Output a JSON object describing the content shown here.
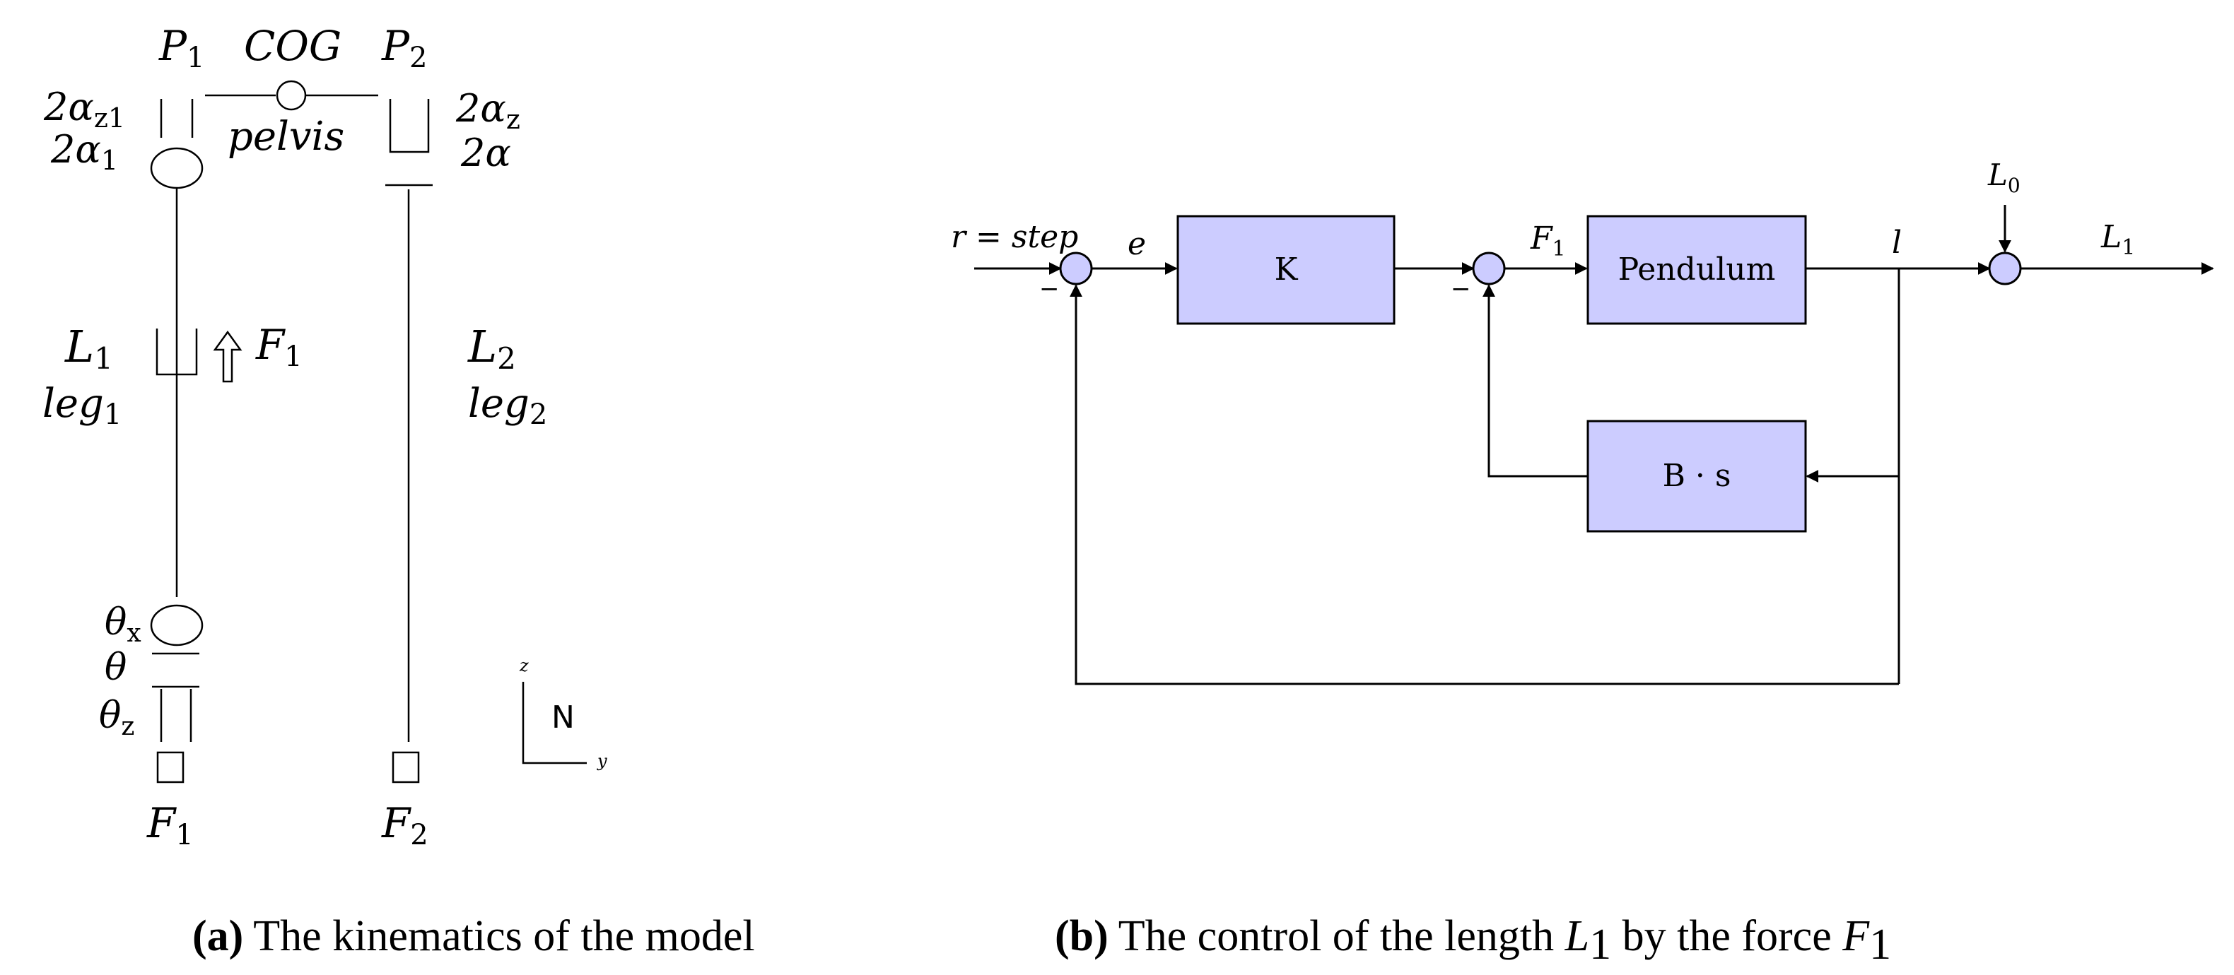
{
  "kinematics": {
    "joint_p1": {
      "base": "P",
      "sub": "1"
    },
    "cog": "COG",
    "joint_p2": {
      "base": "P",
      "sub": "2"
    },
    "alpha_z1": {
      "base": "2α",
      "sub": "z1"
    },
    "alpha_1": {
      "base": "2α",
      "sub": "1"
    },
    "pelvis": "pelvis",
    "alpha_z": {
      "base": "2α",
      "sub": "z"
    },
    "alpha": "2α",
    "length_1": {
      "base": "L",
      "sub": "1"
    },
    "leg_1": {
      "base": "leg",
      "sub": "1"
    },
    "force_arrow": {
      "base": "F",
      "sub": "1"
    },
    "length_2": {
      "base": "L",
      "sub": "2"
    },
    "leg_2": {
      "base": "leg",
      "sub": "2"
    },
    "theta_x": {
      "base": "θ",
      "sub": "x"
    },
    "theta": "θ",
    "theta_z": {
      "base": "θ",
      "sub": "z"
    },
    "foot_1": {
      "base": "F",
      "sub": "1"
    },
    "foot_2": {
      "base": "F",
      "sub": "2"
    },
    "axis_z": "z",
    "axis_n": "N",
    "axis_y": "y"
  },
  "control": {
    "input": "r = step",
    "error": "e",
    "block_k": "K",
    "force": {
      "base": "F",
      "sub": "1"
    },
    "block_pendulum": "Pendulum",
    "output_l": "l",
    "offset": {
      "base": "L",
      "sub": "0"
    },
    "output": {
      "base": "L",
      "sub": "1"
    },
    "block_bs": "B · s",
    "minus_1": "−",
    "minus_2": "−"
  },
  "captions": {
    "a": {
      "tag": "(a)",
      "text": "The kinematics of the model"
    },
    "b": {
      "tag": "(b)",
      "text": "The control of the length ",
      "var1": "L",
      "var1_sub": "1",
      "mid": " by the force ",
      "var2": "F",
      "var2_sub": "1"
    }
  }
}
